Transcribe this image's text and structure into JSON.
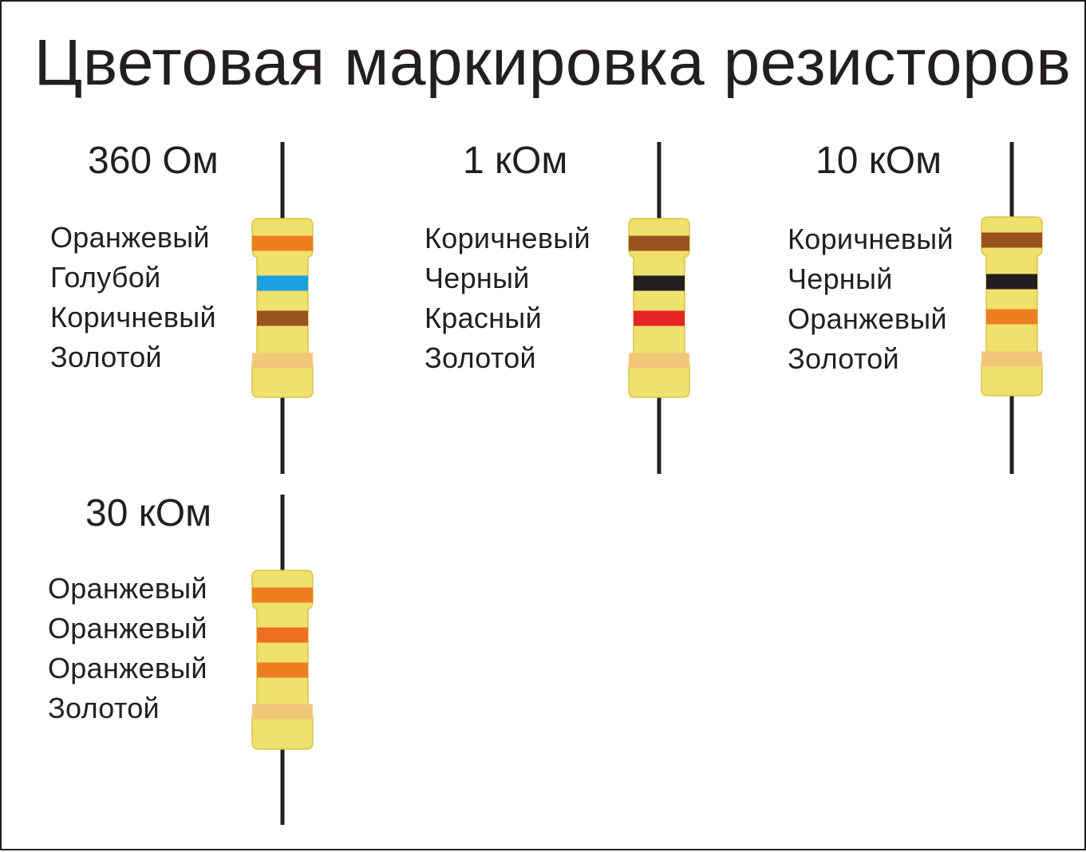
{
  "title": "Цветовая маркировка резисторов",
  "colors": {
    "body": "#f0e16c",
    "body_outline": "#d9c44a",
    "lead": "#231f20",
    "text": "#231f20"
  },
  "resistors": [
    {
      "value": "360 Ом",
      "bands": [
        {
          "name": "Оранжевый",
          "color": "#ee7e22"
        },
        {
          "name": "Голубой",
          "color": "#1aa0de"
        },
        {
          "name": "Коричневый",
          "color": "#9a531f"
        },
        {
          "name": "Золотой",
          "color": "#f2c77c"
        }
      ]
    },
    {
      "value": "1 кОм",
      "bands": [
        {
          "name": "Коричневый",
          "color": "#9a531f"
        },
        {
          "name": "Черный",
          "color": "#231f20"
        },
        {
          "name": "Красный",
          "color": "#e62327"
        },
        {
          "name": "Золотой",
          "color": "#f2c77c"
        }
      ]
    },
    {
      "value": "10 кОм",
      "bands": [
        {
          "name": "Коричневый",
          "color": "#9a531f"
        },
        {
          "name": "Черный",
          "color": "#231f20"
        },
        {
          "name": "Оранжевый",
          "color": "#ee7e22"
        },
        {
          "name": "Золотой",
          "color": "#f2c77c"
        }
      ]
    },
    {
      "value": "30 кОм",
      "bands": [
        {
          "name": "Оранжевый",
          "color": "#ee7e22"
        },
        {
          "name": "Оранжевый",
          "color": "#ee6e22"
        },
        {
          "name": "Оранжевый",
          "color": "#ee7e22"
        },
        {
          "name": "Золотой",
          "color": "#f2c77c"
        }
      ]
    }
  ]
}
